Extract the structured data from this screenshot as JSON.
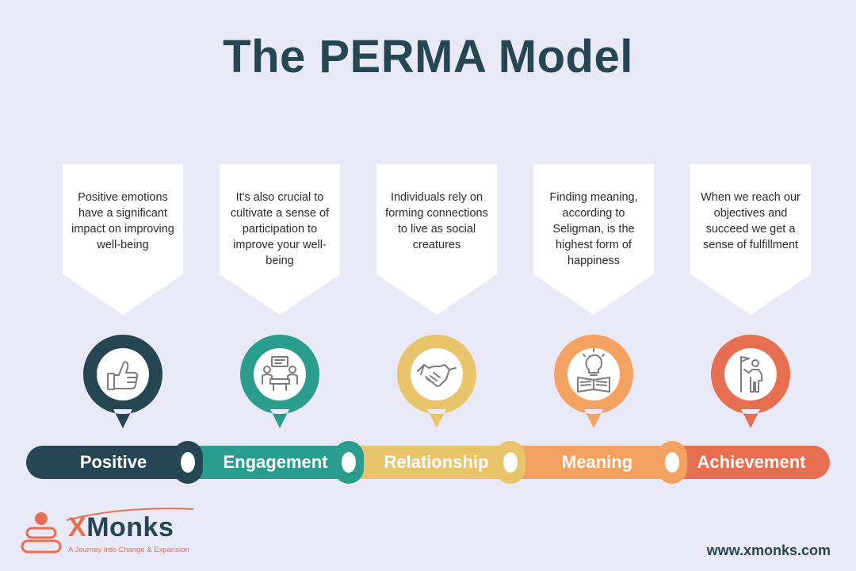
{
  "title": "The PERMA Model",
  "stages": [
    {
      "label": "Positive",
      "description": "Positive emotions have a significant impact on improving well-being",
      "icon": "thumbs-up-icon",
      "color": "#264653"
    },
    {
      "label": "Engagement",
      "description": "It's also crucial to cultivate a sense of participation to improve your well-being",
      "icon": "meeting-icon",
      "color": "#2a9d8f"
    },
    {
      "label": "Relationship",
      "description": "Individuals rely on forming connections to live as social creatures",
      "icon": "handshake-icon",
      "color": "#e9c46a"
    },
    {
      "label": "Meaning",
      "description": "Finding meaning, according to Seligman, is the highest form of happiness",
      "icon": "lightbulb-book-icon",
      "color": "#f4a261"
    },
    {
      "label": "Achievement",
      "description": "When we reach our objectives and succeed we get a sense of fulfillment",
      "icon": "flag-person-icon",
      "color": "#e76f51"
    }
  ],
  "logo": {
    "brand_x": "X",
    "brand_rest": "Monks",
    "tagline": "A Journey Into Change & Expansion"
  },
  "website": "www.xmonks.com"
}
